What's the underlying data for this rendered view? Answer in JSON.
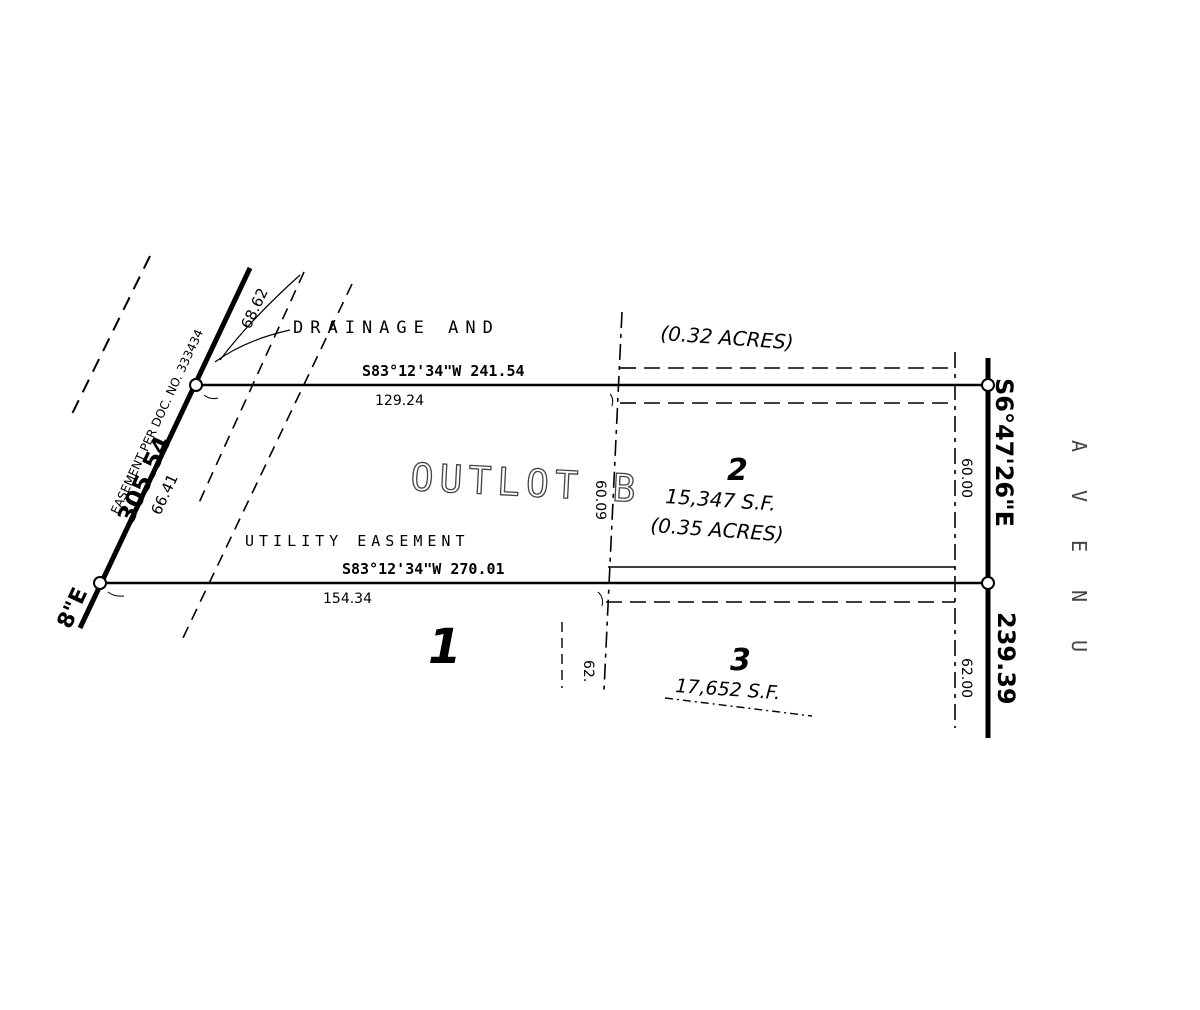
{
  "labels": {
    "easement_doc": "EASEMENT PER DOC. NO. 333434",
    "drainage": "DRAINAGE AND",
    "utility": "UTILITY EASEMENT",
    "outlot": "OUTLOT B",
    "acres_top": "(0.32 ACRES)",
    "bearing_left_partial": "8\"E",
    "left_total": "305.54",
    "left_seg_top": "68.62",
    "left_seg_mid": "66.41",
    "north_bearing": "S83°12'34\"W  241.54",
    "north_seg": "129.24",
    "south_bearing": "S83°12'34\"W  270.01",
    "south_seg": "154.34",
    "lot2_width_left": "60.09",
    "lot2_width_right": "60.00",
    "lot3_width_right": "62.00",
    "lot3_width_left": "62.",
    "right_bearing": "S6°47'26\"E",
    "right_total": "239.39",
    "avenue_letters": [
      "A",
      "V",
      "E",
      "N",
      "U"
    ]
  },
  "lots": [
    {
      "number": "1"
    },
    {
      "number": "2",
      "area_sf": "15,347 S.F.",
      "area_acres": "(0.35 ACRES)"
    },
    {
      "number": "3",
      "area_sf": "17,652 S.F."
    }
  ]
}
